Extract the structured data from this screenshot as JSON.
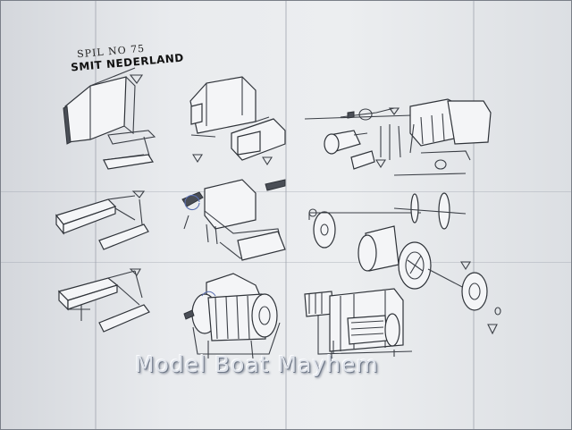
{
  "sheet": {
    "title_line1": "SPIL NO 75",
    "title_line2": "SMIT NEDERLAND"
  },
  "watermark": "Model Boat Mayhem",
  "colors": {
    "paper": "#eceef0",
    "ink": "#3b3f46",
    "watermark_fill": "#dfe3ea"
  }
}
